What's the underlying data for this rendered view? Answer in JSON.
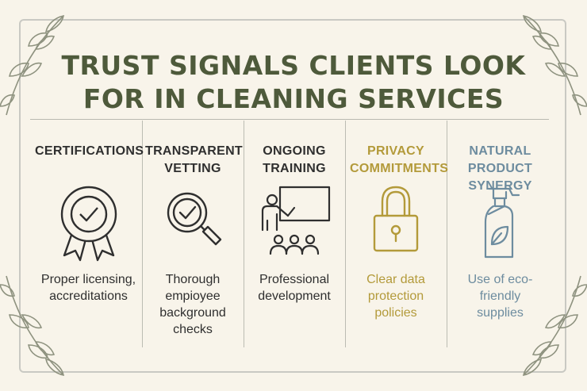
{
  "title": {
    "line1": "TRUST SIGNALS CLIENTS LOOK",
    "line2": "FOR IN CLEANING SERVICES"
  },
  "colors": {
    "background": "#f8f4ea",
    "title": "#4e5a3b",
    "dark": "#2f2f2f",
    "gold": "#b39a3a",
    "blue": "#6d8c9f"
  },
  "columns": [
    {
      "heading": "CERTIFICATIONS",
      "icon": "award-ribbon-icon",
      "description": "Proper licensing, accreditations"
    },
    {
      "heading": "TRANSPARENT VETTING",
      "icon": "magnifier-check-icon",
      "description": "Thorough empioyee background checks"
    },
    {
      "heading": "ONGOING TRAINING",
      "icon": "presentation-icon",
      "description": "Professional development"
    },
    {
      "heading": "PRIVACY COMMITMENTS",
      "icon": "padlock-icon",
      "description": "Clear data protection policies"
    },
    {
      "heading": "NATURAL PRODUCT SYNERGY",
      "icon": "spray-bottle-leaf-icon",
      "description": "Use of eco-friendly supplies"
    }
  ]
}
